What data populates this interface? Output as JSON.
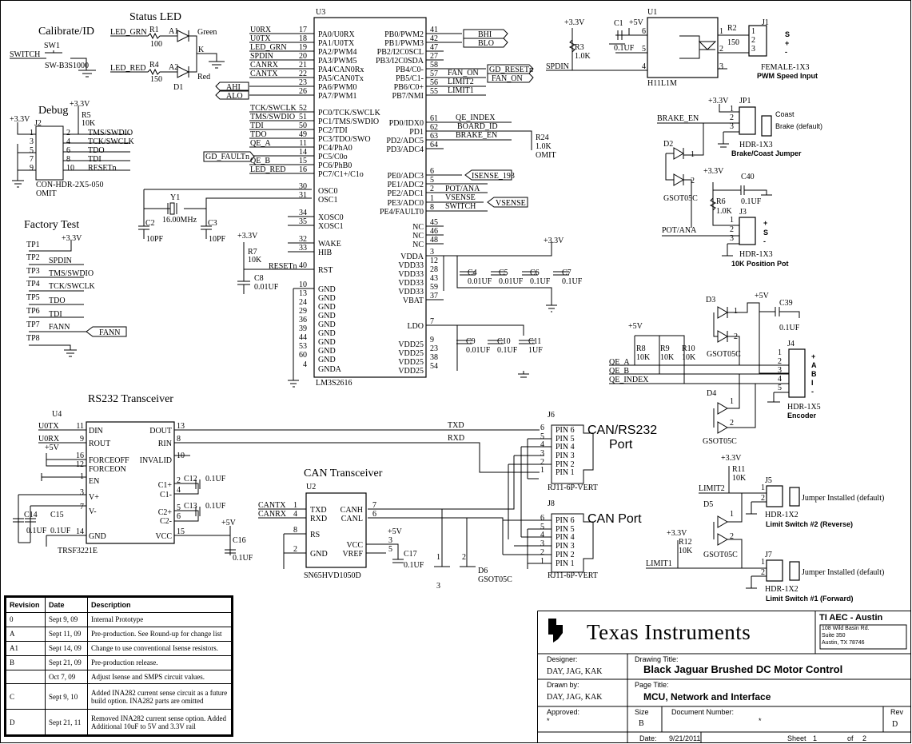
{
  "calibrate": {
    "title": "Calibrate/ID",
    "sw_ref": "SW1",
    "net": "SWITCH",
    "sw_part": "SW-B3S1000"
  },
  "status_led": {
    "title": "Status LED",
    "led_grn": "LED_GRN",
    "r1_ref": "R1",
    "r1_val": "100",
    "a1": "A1",
    "green": "Green",
    "k": "K",
    "led_red": "LED_RED",
    "r4_ref": "R4",
    "r4_val": "150",
    "a2": "A2",
    "red": "Red",
    "d1": "D1"
  },
  "debug": {
    "title": "Debug",
    "v33a": "+3.3V",
    "r5_ref": "R5",
    "r5_val": "10K",
    "v33b": "+3.3V",
    "j2": "J2",
    "pins_odd": [
      "1",
      "3",
      "5",
      "7",
      "9"
    ],
    "pins_even": [
      "2",
      "4",
      "6",
      "8",
      "10"
    ],
    "nets": [
      "TMS/SWDIO",
      "TCK/SWCLK",
      "TDO",
      "TDI",
      "RESETn"
    ],
    "part": "CON-HDR-2X5-050",
    "omit": "OMIT"
  },
  "factory": {
    "title": "Factory Test",
    "v33": "+3.3V",
    "tps": [
      "TP1",
      "TP2",
      "TP3",
      "TP4",
      "TP5",
      "TP6",
      "TP7",
      "TP8"
    ],
    "nets": [
      "SPDIN",
      "TMS/SWDIO",
      "TCK/SWCLK",
      "TDO",
      "TDI",
      "FANN"
    ],
    "fann_port": "FANN"
  },
  "crystal": {
    "y1": "Y1",
    "freq": "16.00MHz",
    "c2": "C2",
    "c2_val": "10PF",
    "c3": "C3",
    "c3_val": "10PF"
  },
  "u3": {
    "ref": "U3",
    "part": "LM3S2616",
    "left": [
      [
        "17",
        "PA0/U0RX"
      ],
      [
        "18",
        "PA1/U0TX"
      ],
      [
        "19",
        "PA2/PWM4"
      ],
      [
        "20",
        "PA3/PWM5"
      ],
      [
        "21",
        "PA4/CAN0Rx"
      ],
      [
        "22",
        "PA5/CAN0Tx"
      ],
      [
        "23",
        "PA6/PWM0"
      ],
      [
        "26",
        "PA7/PWM1"
      ],
      [
        "52",
        "PC0/TCK/SWCLK"
      ],
      [
        "51",
        "PC1/TMS/SWDIO"
      ],
      [
        "50",
        "PC2/TDI"
      ],
      [
        "49",
        "PC3/TDO/SWO"
      ],
      [
        "11",
        "PC4/PhA0"
      ],
      [
        "14",
        "PC5/C0o"
      ],
      [
        "15",
        "PC6/PhB0"
      ],
      [
        "16",
        "PC7/C1+/C1o"
      ],
      [
        "30",
        "OSC0"
      ],
      [
        "31",
        "OSC1"
      ],
      [
        "34",
        "XOSC0"
      ],
      [
        "35",
        "XOSC1"
      ],
      [
        "32",
        "WAKE"
      ],
      [
        "33",
        "HIB"
      ],
      [
        "40",
        "RST"
      ],
      [
        "10",
        "GND"
      ],
      [
        "13",
        "GND"
      ],
      [
        "24",
        "GND"
      ],
      [
        "29",
        "GND"
      ],
      [
        "36",
        "GND"
      ],
      [
        "39",
        "GND"
      ],
      [
        "44",
        "GND"
      ],
      [
        "53",
        "GND"
      ],
      [
        "60",
        "GND"
      ],
      [
        "4",
        "GNDA"
      ]
    ],
    "right": [
      [
        "41",
        "PB0/PWM2"
      ],
      [
        "42",
        "PB1/PWM3"
      ],
      [
        "47",
        "PB2/I2C0SCL"
      ],
      [
        "27",
        "PB3/I2C0SDA"
      ],
      [
        "58",
        "PB4/C0-"
      ],
      [
        "57",
        "PB5/C1-"
      ],
      [
        "56",
        "PB6/C0+"
      ],
      [
        "55",
        "PB7/NMI"
      ],
      [
        "61",
        "PD0/IDX0"
      ],
      [
        "62",
        "PD1"
      ],
      [
        "63",
        "PD2/ADC5"
      ],
      [
        "64",
        "PD3/ADC4"
      ],
      [
        "6",
        "PE0/ADC3"
      ],
      [
        "5",
        "PE1/ADC2"
      ],
      [
        "2",
        "PE2/ADC1"
      ],
      [
        "1",
        "PE3/ADC0"
      ],
      [
        "8",
        "PE4/FAULT0"
      ],
      [
        "45",
        "NC"
      ],
      [
        "46",
        "NC"
      ],
      [
        "48",
        "NC"
      ],
      [
        "3",
        "VDDA"
      ],
      [
        "12",
        "VDD33"
      ],
      [
        "28",
        "VDD33"
      ],
      [
        "43",
        "VDD33"
      ],
      [
        "59",
        "VDD33"
      ],
      [
        "37",
        "VBAT"
      ],
      [
        "7",
        "LDO"
      ],
      [
        "9",
        "VDD25"
      ],
      [
        "23",
        "VDD25"
      ],
      [
        "38",
        "VDD25"
      ],
      [
        "54",
        "VDD25"
      ]
    ],
    "left_nets": [
      "U0RX",
      "U0TX",
      "LED_GRN",
      "SPDIN",
      "CANRX",
      "CANTX",
      "TCK/SWCLK",
      "TMS/SWDIO",
      "TDI",
      "TDO",
      "QE_A",
      "QE_B",
      "LED_RED",
      "RESETn"
    ],
    "ports_left": [
      "AHI",
      "ALO",
      "GD_FAULTn"
    ],
    "ports_right": [
      "BHI",
      "BLO",
      "GD_RESETn",
      "FAN_ON",
      "ISENSE_193",
      "VSENSE"
    ],
    "right_nets": [
      "FAN_ON",
      "LIMIT2",
      "LIMIT1",
      "QE_INDEX",
      "BOARD_ID",
      "BRAKE_EN",
      "POT/ANA",
      "VSENSE",
      "SWITCH"
    ],
    "r24": [
      "R24",
      "1.0K",
      "OMIT"
    ],
    "v33": "+3.3V",
    "r7": [
      "R7",
      "10K"
    ],
    "c8": [
      "C8",
      "0.01UF"
    ],
    "v33b": "+3.3V",
    "caps": [
      [
        "C4",
        "0.01UF"
      ],
      [
        "C5",
        "0.01UF"
      ],
      [
        "C6",
        "0.1UF"
      ],
      [
        "C7",
        "0.1UF"
      ],
      [
        "C9",
        "0.01UF"
      ],
      [
        "C10",
        "0.1UF"
      ],
      [
        "C11",
        "1UF"
      ]
    ]
  },
  "pwm": {
    "v33": "+3.3V",
    "r3": [
      "R3",
      "1.0K"
    ],
    "net": "SPDIN",
    "c1": [
      "C1",
      "0.1UF"
    ],
    "v5": "+5V",
    "u1": "U1",
    "u1_part": "H11L1M",
    "u1_pins": [
      "6",
      "5",
      "4",
      "1",
      "2",
      "3"
    ],
    "r2": [
      "R2",
      "150"
    ],
    "j1": "J1",
    "j1_pins": [
      "1",
      "2",
      "3"
    ],
    "sig": [
      "S",
      "+",
      "-"
    ],
    "part": "FEMALE-1X3",
    "caption": "PWM Speed Input"
  },
  "brake": {
    "v33": "+3.3V",
    "jp1": "JP1",
    "pins": [
      "1",
      "2",
      "3"
    ],
    "coast": "Coast",
    "brake": "Brake (default)",
    "net": "BRAKE_EN",
    "d2": "D2",
    "d2_pins": [
      "1",
      "2"
    ],
    "d2_part": "GSOT05C",
    "part": "HDR-1X3",
    "caption": "Brake/Coast Jumper"
  },
  "pot": {
    "v33": "+3.3V",
    "c40": [
      "C40",
      "0.1UF"
    ],
    "r6": [
      "R6",
      "1.0K"
    ],
    "j3": "J3",
    "pins": [
      "1",
      "2",
      "3"
    ],
    "sig": [
      "+",
      "S",
      "-"
    ],
    "net": "POT/ANA",
    "part": "HDR-1X3",
    "caption": "10K Position Pot"
  },
  "encoder": {
    "d3": "D3",
    "d3_pins": [
      "1",
      "2"
    ],
    "d3_part": "GSOT05C",
    "v5a": "+5V",
    "c39": [
      "C39",
      "0.1UF"
    ],
    "v5b": "+5V",
    "rs": [
      [
        "R8",
        "10K"
      ],
      [
        "R9",
        "10K"
      ],
      [
        "R10",
        "10K"
      ]
    ],
    "nets": [
      "QE_A",
      "QE_B",
      "QE_INDEX"
    ],
    "j4": "J4",
    "pins": [
      "1",
      "2",
      "3",
      "4",
      "5"
    ],
    "sig": [
      "+",
      "A",
      "B",
      "I",
      "-"
    ],
    "d4": "D4",
    "d4_pins": [
      "1",
      "2"
    ],
    "d4_part": "GSOT05C",
    "part": "HDR-1X5",
    "caption": "Encoder"
  },
  "limits": {
    "v33a": "+3.3V",
    "r11": [
      "R11",
      "10K"
    ],
    "limit2": "LIMIT2",
    "j5": "J5",
    "pins": [
      "1",
      "2"
    ],
    "jumper": "Jumper Installed (default)",
    "part": "HDR-1X2",
    "caption2": "Limit Switch #2 (Reverse)",
    "d5": "D5",
    "d5_pins": [
      "1",
      "2"
    ],
    "d5_part": "GSOT05C",
    "v33b": "+3.3V",
    "r12": [
      "R12",
      "10K"
    ],
    "limit1": "LIMIT1",
    "j7": "J7",
    "caption1": "Limit Switch #1 (Forward)"
  },
  "rs232": {
    "title": "RS232 Transceiver",
    "u4": "U4",
    "part": "TRSF3221E",
    "nets": [
      "U0TX",
      "U0RX"
    ],
    "v5": "+5V",
    "left": [
      [
        "11",
        "DIN"
      ],
      [
        "9",
        "ROUT"
      ],
      [
        "16",
        "FORCEOFF"
      ],
      [
        "12",
        "FORCEON"
      ],
      [
        "1",
        "EN"
      ],
      [
        "3",
        "V+"
      ],
      [
        "7",
        "V-"
      ],
      [
        "14",
        "GND"
      ]
    ],
    "right": [
      [
        "13",
        "DOUT"
      ],
      [
        "8",
        "RIN"
      ],
      [
        "10",
        "INVALID"
      ],
      [
        "2",
        "C1+"
      ],
      [
        "4",
        "C1-"
      ],
      [
        "5",
        "C2+"
      ],
      [
        "6",
        "C2-"
      ],
      [
        "15",
        "VCC"
      ]
    ],
    "c12": [
      "C12",
      "0.1UF"
    ],
    "c13": [
      "C13",
      "0.1UF"
    ],
    "c14": [
      "C14",
      "0.1UF"
    ],
    "c15": [
      "C15",
      "0.1UF"
    ],
    "c16": [
      "C16",
      "0.1UF"
    ],
    "v5b": "+5V",
    "txd": "TXD",
    "rxd": "RXD"
  },
  "j6": {
    "ref": "J6",
    "pins": [
      "6",
      "5",
      "4",
      "3",
      "2",
      "1"
    ],
    "names": [
      "PIN 6",
      "PIN 5",
      "PIN 4",
      "PIN 3",
      "PIN 2",
      "PIN 1"
    ],
    "part": "RJ11-6P-VERT",
    "title1": "CAN/RS232",
    "title2": "Port"
  },
  "j8": {
    "ref": "J8",
    "pins": [
      "6",
      "5",
      "4",
      "3",
      "2",
      "1"
    ],
    "names": [
      "PIN 6",
      "PIN 5",
      "PIN 4",
      "PIN 3",
      "PIN 2",
      "PIN 1"
    ],
    "part": "RJ11-6P-VERT",
    "title": "CAN Port"
  },
  "can": {
    "title": "CAN Transceiver",
    "u2": "U2",
    "part": "SN65HVD1050D",
    "nets": [
      "CANTX",
      "CANRX"
    ],
    "left": [
      [
        "1",
        "TXD"
      ],
      [
        "4",
        "RXD"
      ],
      [
        "8",
        "RS"
      ],
      [
        "2",
        "GND"
      ]
    ],
    "right": [
      [
        "7",
        "CANH"
      ],
      [
        "6",
        "CANL"
      ],
      [
        "3",
        "VCC"
      ],
      [
        "5",
        "VREF"
      ]
    ],
    "v5": "+5V",
    "c17": [
      "C17",
      "0.1UF"
    ],
    "d6": "D6",
    "d6_part": "GSOT05C",
    "d6_pins": [
      "1",
      "2",
      "3"
    ]
  },
  "revisions": {
    "headers": [
      "Revision",
      "Date",
      "Description"
    ],
    "rows": [
      [
        "0",
        "Sept 9, 09",
        "Internal Prototype"
      ],
      [
        "A",
        "Sept 11, 09",
        "Pre-production. See Round-up for change list"
      ],
      [
        "A1",
        "Sept 14, 09",
        "Change to use conventional Isense resistors."
      ],
      [
        "B",
        "Sept 21, 09",
        "Pre-production release."
      ],
      [
        "",
        "Oct 7, 09",
        "Adjust Isense and SMPS circuit values."
      ],
      [
        "C",
        "Sept 9, 10",
        "Added INA282 current sense circuit as a future build option.  INA282 parts are omitted"
      ],
      [
        "D",
        "Sept 21, 11",
        "Removed INA282 current sense option. Added Additional 10uF to 5V and 3.3V rail"
      ]
    ]
  },
  "title_block": {
    "logo": "Texas Instruments",
    "org": "TI AEC - Austin",
    "addr": [
      "108 Wild Basin Rd.",
      "Suite 350",
      "Austin, TX 78746"
    ],
    "designer_label": "Designer:",
    "designer": "DAY, JAG, KAK",
    "drawing_title_label": "Drawing Title:",
    "drawing_title": "Black Jaguar Brushed DC Motor Control",
    "drawn_label": "Drawn by:",
    "drawn": "DAY, JAG, KAK",
    "page_title_label": "Page Title:",
    "page_title": "MCU, Network and Interface",
    "approved_label": "Approved:",
    "approved": "*",
    "size_label": "Size",
    "size": "B",
    "docnum_label": "Document Number:",
    "docnum": "*",
    "rev_label": "Rev",
    "rev": "D",
    "date_label": "Date:",
    "date": "9/21/2011",
    "sheet_label": "Sheet",
    "sheet": "1",
    "of_label": "of",
    "of": "2"
  }
}
